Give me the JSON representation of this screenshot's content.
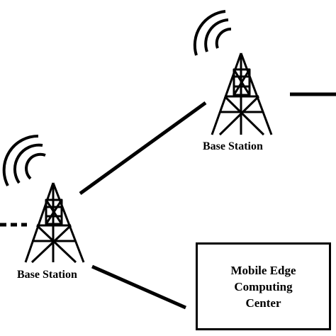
{
  "base_stations": [
    {
      "label": "Base Station"
    },
    {
      "label": "Base Station"
    }
  ],
  "mec_center": {
    "lines": [
      "Mobile Edge",
      "Computing",
      "Center"
    ]
  },
  "colors": {
    "stroke": "#000000",
    "background": "#ffffff"
  },
  "icons": [
    "cell-tower-icon",
    "radio-waves-icon"
  ]
}
